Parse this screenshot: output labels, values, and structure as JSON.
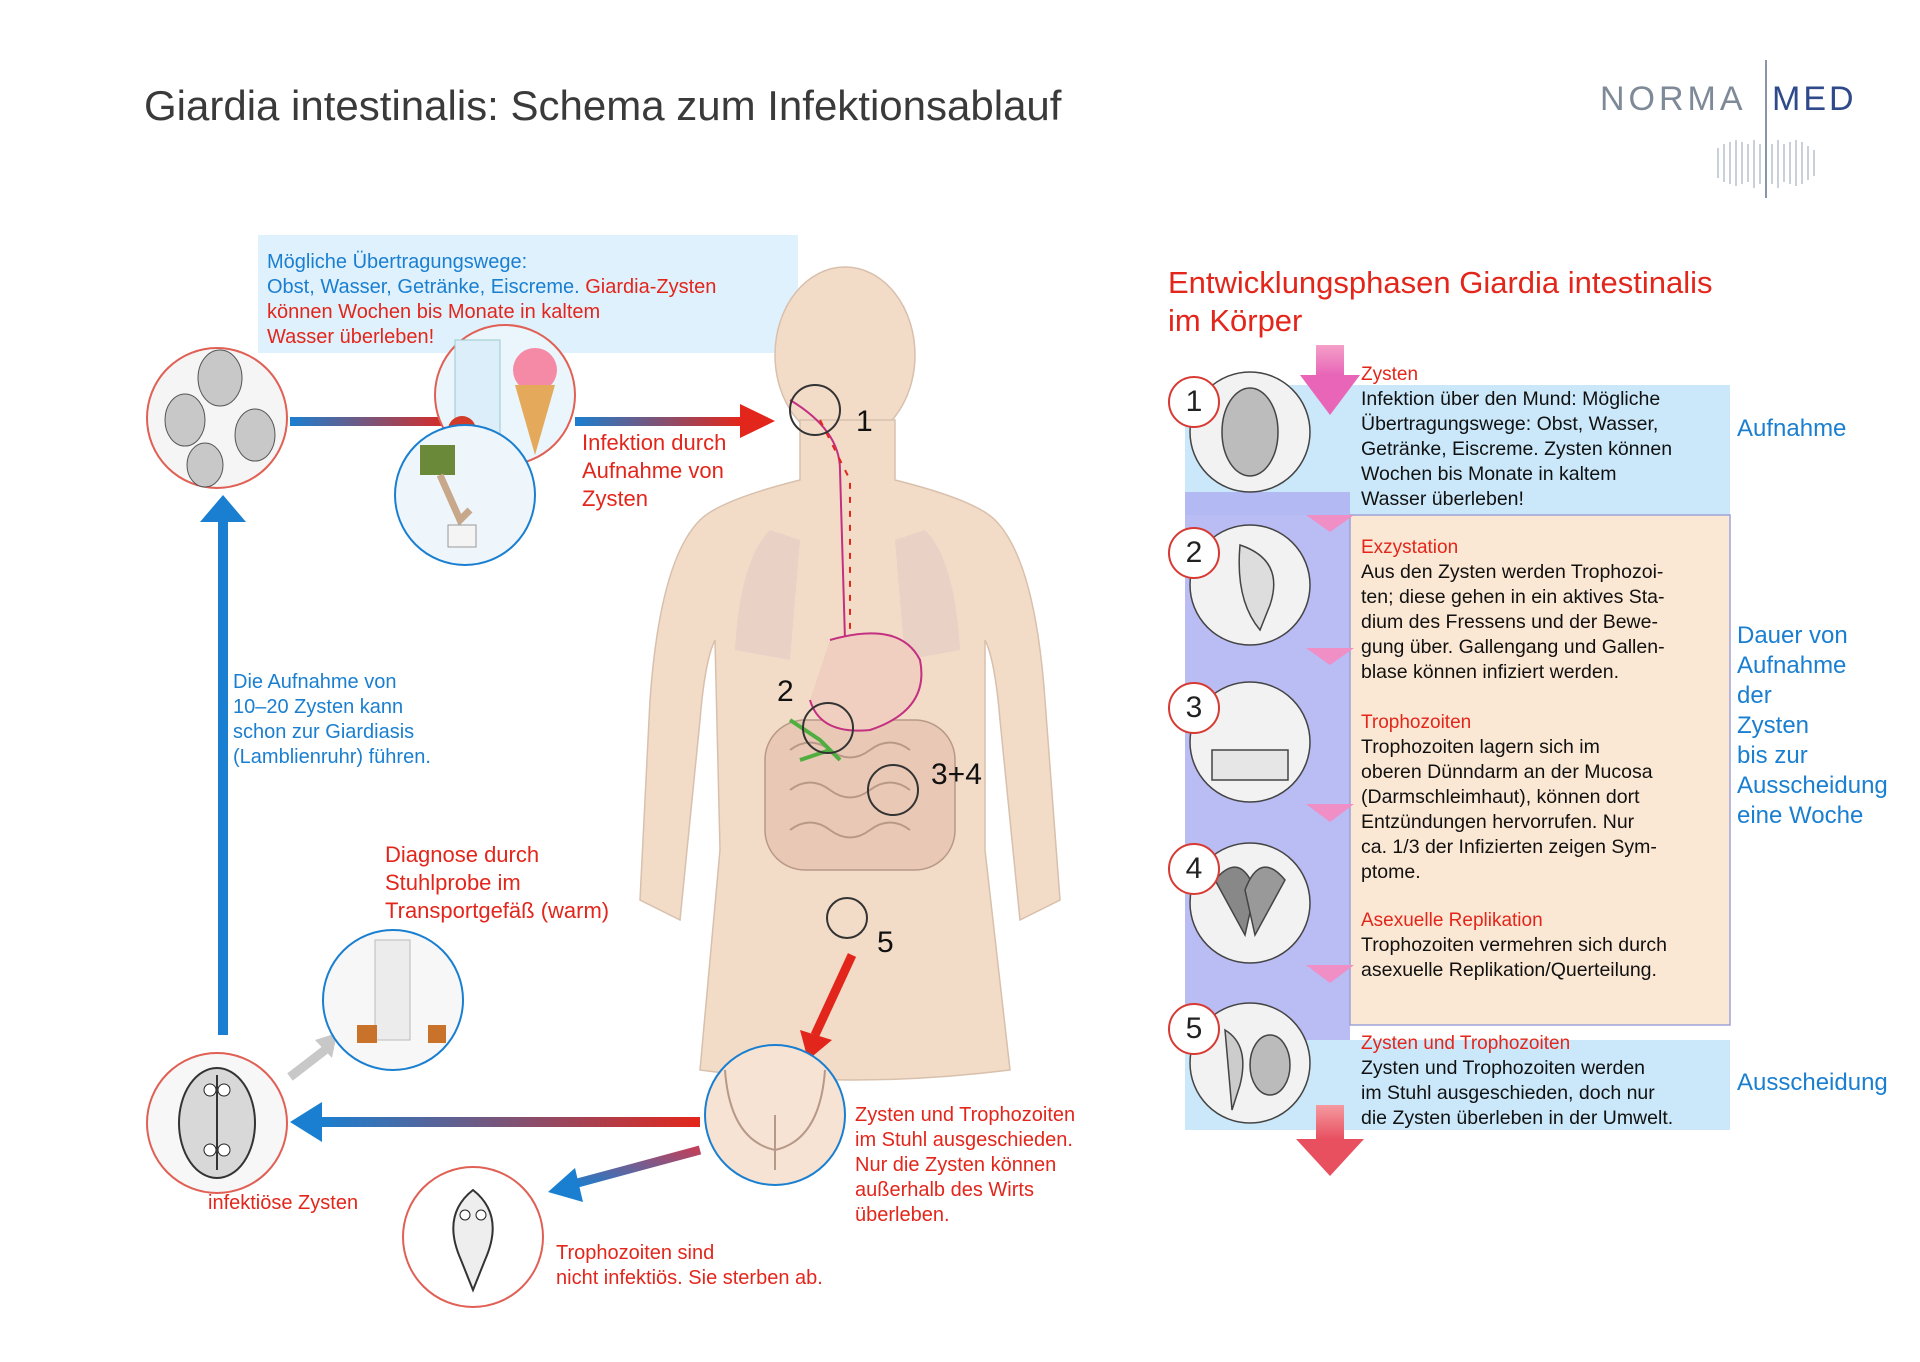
{
  "title": "Giardia intestinalis: Schema zum Infektionsablauf",
  "logo": {
    "left": "NORMA",
    "right": "MED"
  },
  "colors": {
    "red": "#e3261b",
    "blue": "#1a7fd0",
    "skin": "#f2d9c4",
    "panel_blue": "#b8e0f7",
    "panel_purple": "#aeb0f2",
    "panel_peach": "#fbe8d4"
  },
  "transmission": {
    "heading": "Mögliche Übertragungswege:",
    "blue_line": "Obst, Wasser, Getränke, Eiscreme.",
    "red_inline": "Giardia-Zysten",
    "red_line_2": "können Wochen bis Monate in kaltem",
    "red_line_3": "Wasser überleben!"
  },
  "infection_label": {
    "l1": "Infektion durch",
    "l2": "Aufnahme von",
    "l3": "Zysten"
  },
  "cycle_note": {
    "l1": "Die Aufnahme von",
    "l2": "10–20 Zysten kann",
    "l3": "schon zur Giardiasis",
    "l4": "(Lamblienruhr) führen."
  },
  "diagnosis": {
    "l1": "Diagnose durch",
    "l2": "Stuhlprobe im",
    "l3": "Transportgefäß (warm)"
  },
  "infectious_cysts": "infektiöse Zysten",
  "excretion_note": {
    "l1": "Zysten und Trophozoiten",
    "l2": "im Stuhl ausgeschieden.",
    "l3": "Nur die Zysten können",
    "l4": "außerhalb des Wirts",
    "l5": "überleben."
  },
  "trophozoite_note": {
    "l1": "Trophozoiten sind",
    "l2": "nicht infektiös. Sie sterben ab."
  },
  "body_numbers": {
    "n1": "1",
    "n2": "2",
    "n34": "3+4",
    "n5": "5"
  },
  "panel": {
    "title_l1": "Entwicklungsphasen Giardia intestinalis",
    "title_l2": "im Körper",
    "numbers": [
      "1",
      "2",
      "3",
      "4",
      "5"
    ],
    "phases": [
      {
        "title": "Zysten",
        "lines": [
          "Infektion über den Mund: Mögliche",
          "Übertragungswege: Obst, Wasser,",
          "Getränke, Eiscreme. Zysten können",
          "Wochen bis Monate in kaltem",
          "Wasser überleben!"
        ]
      },
      {
        "title": "Exzystation",
        "lines": [
          "Aus den Zysten werden Trophozoi-",
          "ten; diese gehen in ein aktives Sta-",
          "dium des Fressens und der Bewe-",
          "gung über. Gallengang und Gallen-",
          "blase können infiziert werden."
        ]
      },
      {
        "title": "Trophozoiten",
        "lines": [
          "Trophozoiten lagern sich im",
          "oberen Dünndarm an der Mucosa",
          "(Darmschleimhaut), können dort",
          "Entzündungen hervorrufen. Nur",
          "ca. 1/3 der Infizierten zeigen Sym-",
          "ptome."
        ]
      },
      {
        "title": "Asexuelle Replikation",
        "lines": [
          "Trophozoiten vermehren sich durch",
          "asexuelle Replikation/Querteilung."
        ]
      },
      {
        "title": "Zysten und Trophozoiten",
        "lines": [
          "Zysten und Trophozoiten werden",
          "im Stuhl ausgeschieden, doch nur",
          "die Zysten überleben in der Umwelt."
        ]
      }
    ],
    "side": {
      "aufnahme": "Aufnahme",
      "dauer": [
        "Dauer von",
        "Aufnahme",
        "der",
        "Zysten",
        "bis zur",
        "Ausscheidung",
        "eine Woche"
      ],
      "ausscheidung": "Ausscheidung"
    }
  }
}
